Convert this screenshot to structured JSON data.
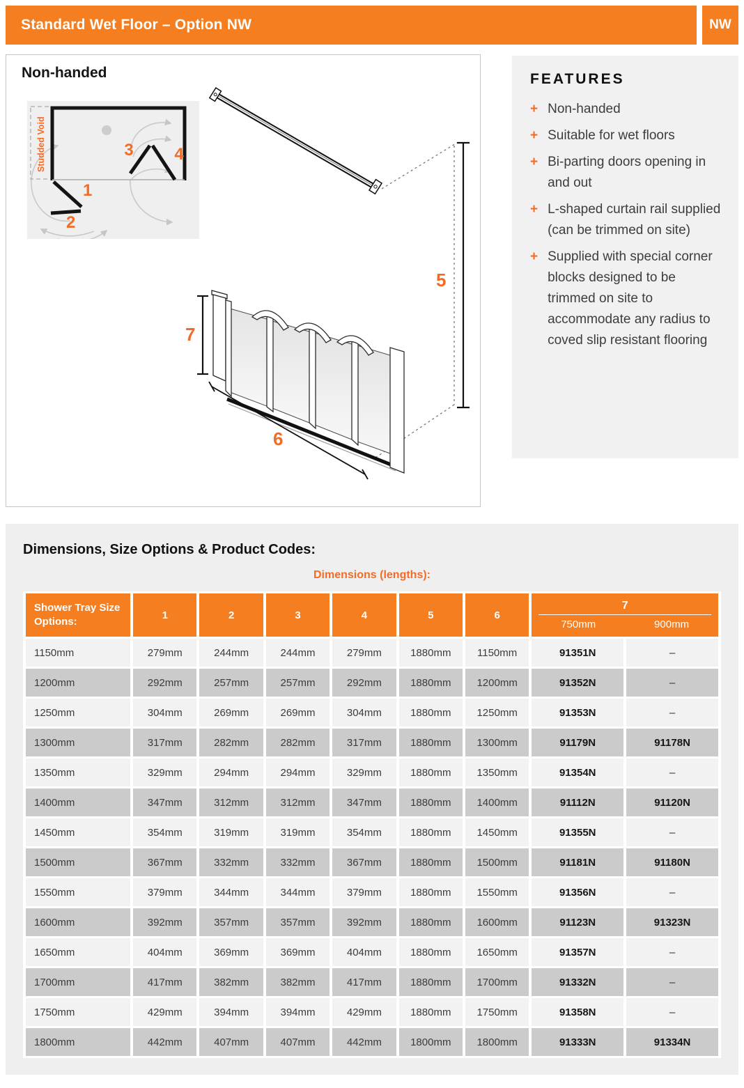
{
  "colors": {
    "brand_orange": "#f57e20",
    "accent_orange": "#f26c27",
    "row_light": "#f2f2f2",
    "row_dark": "#cbcbcb",
    "panel_gray": "#efefef"
  },
  "header": {
    "title": "Standard Wet Floor – Option NW",
    "badge": "NW"
  },
  "diagram": {
    "title": "Non-handed",
    "plan": {
      "studded_void": "Studded Void",
      "door1": "1",
      "door2": "2",
      "door3": "3",
      "door4": "4"
    },
    "iso": {
      "dim5": "5",
      "dim6": "6",
      "dim7": "7"
    }
  },
  "features": {
    "title": "FEATURES",
    "marker": "+",
    "items": [
      "Non-handed",
      "Suitable for wet floors",
      "Bi-parting doors opening in and out",
      "L-shaped curtain rail supplied (can be trimmed on site)",
      "Supplied with special corner blocks designed to be trimmed on site to accommodate any radius to coved slip resistant flooring"
    ]
  },
  "table": {
    "heading": "Dimensions, Size Options & Product Codes:",
    "subheading": "Dimensions (lengths):",
    "columns": {
      "tray": "Shower Tray Size Options:",
      "dims": [
        "1",
        "2",
        "3",
        "4",
        "5",
        "6"
      ],
      "seven": "7",
      "seven_subs": [
        "750mm",
        "900mm"
      ]
    },
    "rows": [
      {
        "tray": "1150mm",
        "dims": [
          "279mm",
          "244mm",
          "244mm",
          "279mm",
          "1880mm",
          "1150mm"
        ],
        "code_750": "91351N",
        "code_900": "–"
      },
      {
        "tray": "1200mm",
        "dims": [
          "292mm",
          "257mm",
          "257mm",
          "292mm",
          "1880mm",
          "1200mm"
        ],
        "code_750": "91352N",
        "code_900": "–"
      },
      {
        "tray": "1250mm",
        "dims": [
          "304mm",
          "269mm",
          "269mm",
          "304mm",
          "1880mm",
          "1250mm"
        ],
        "code_750": "91353N",
        "code_900": "–"
      },
      {
        "tray": "1300mm",
        "dims": [
          "317mm",
          "282mm",
          "282mm",
          "317mm",
          "1880mm",
          "1300mm"
        ],
        "code_750": "91179N",
        "code_900": "91178N"
      },
      {
        "tray": "1350mm",
        "dims": [
          "329mm",
          "294mm",
          "294mm",
          "329mm",
          "1880mm",
          "1350mm"
        ],
        "code_750": "91354N",
        "code_900": "–"
      },
      {
        "tray": "1400mm",
        "dims": [
          "347mm",
          "312mm",
          "312mm",
          "347mm",
          "1880mm",
          "1400mm"
        ],
        "code_750": "91112N",
        "code_900": "91120N"
      },
      {
        "tray": "1450mm",
        "dims": [
          "354mm",
          "319mm",
          "319mm",
          "354mm",
          "1880mm",
          "1450mm"
        ],
        "code_750": "91355N",
        "code_900": "–"
      },
      {
        "tray": "1500mm",
        "dims": [
          "367mm",
          "332mm",
          "332mm",
          "367mm",
          "1880mm",
          "1500mm"
        ],
        "code_750": "91181N",
        "code_900": "91180N"
      },
      {
        "tray": "1550mm",
        "dims": [
          "379mm",
          "344mm",
          "344mm",
          "379mm",
          "1880mm",
          "1550mm"
        ],
        "code_750": "91356N",
        "code_900": "–"
      },
      {
        "tray": "1600mm",
        "dims": [
          "392mm",
          "357mm",
          "357mm",
          "392mm",
          "1880mm",
          "1600mm"
        ],
        "code_750": "91123N",
        "code_900": "91323N"
      },
      {
        "tray": "1650mm",
        "dims": [
          "404mm",
          "369mm",
          "369mm",
          "404mm",
          "1880mm",
          "1650mm"
        ],
        "code_750": "91357N",
        "code_900": "–"
      },
      {
        "tray": "1700mm",
        "dims": [
          "417mm",
          "382mm",
          "382mm",
          "417mm",
          "1880mm",
          "1700mm"
        ],
        "code_750": "91332N",
        "code_900": "–"
      },
      {
        "tray": "1750mm",
        "dims": [
          "429mm",
          "394mm",
          "394mm",
          "429mm",
          "1880mm",
          "1750mm"
        ],
        "code_750": "91358N",
        "code_900": "–"
      },
      {
        "tray": "1800mm",
        "dims": [
          "442mm",
          "407mm",
          "407mm",
          "442mm",
          "1800mm",
          "1800mm"
        ],
        "code_750": "91333N",
        "code_900": "91334N"
      }
    ]
  }
}
